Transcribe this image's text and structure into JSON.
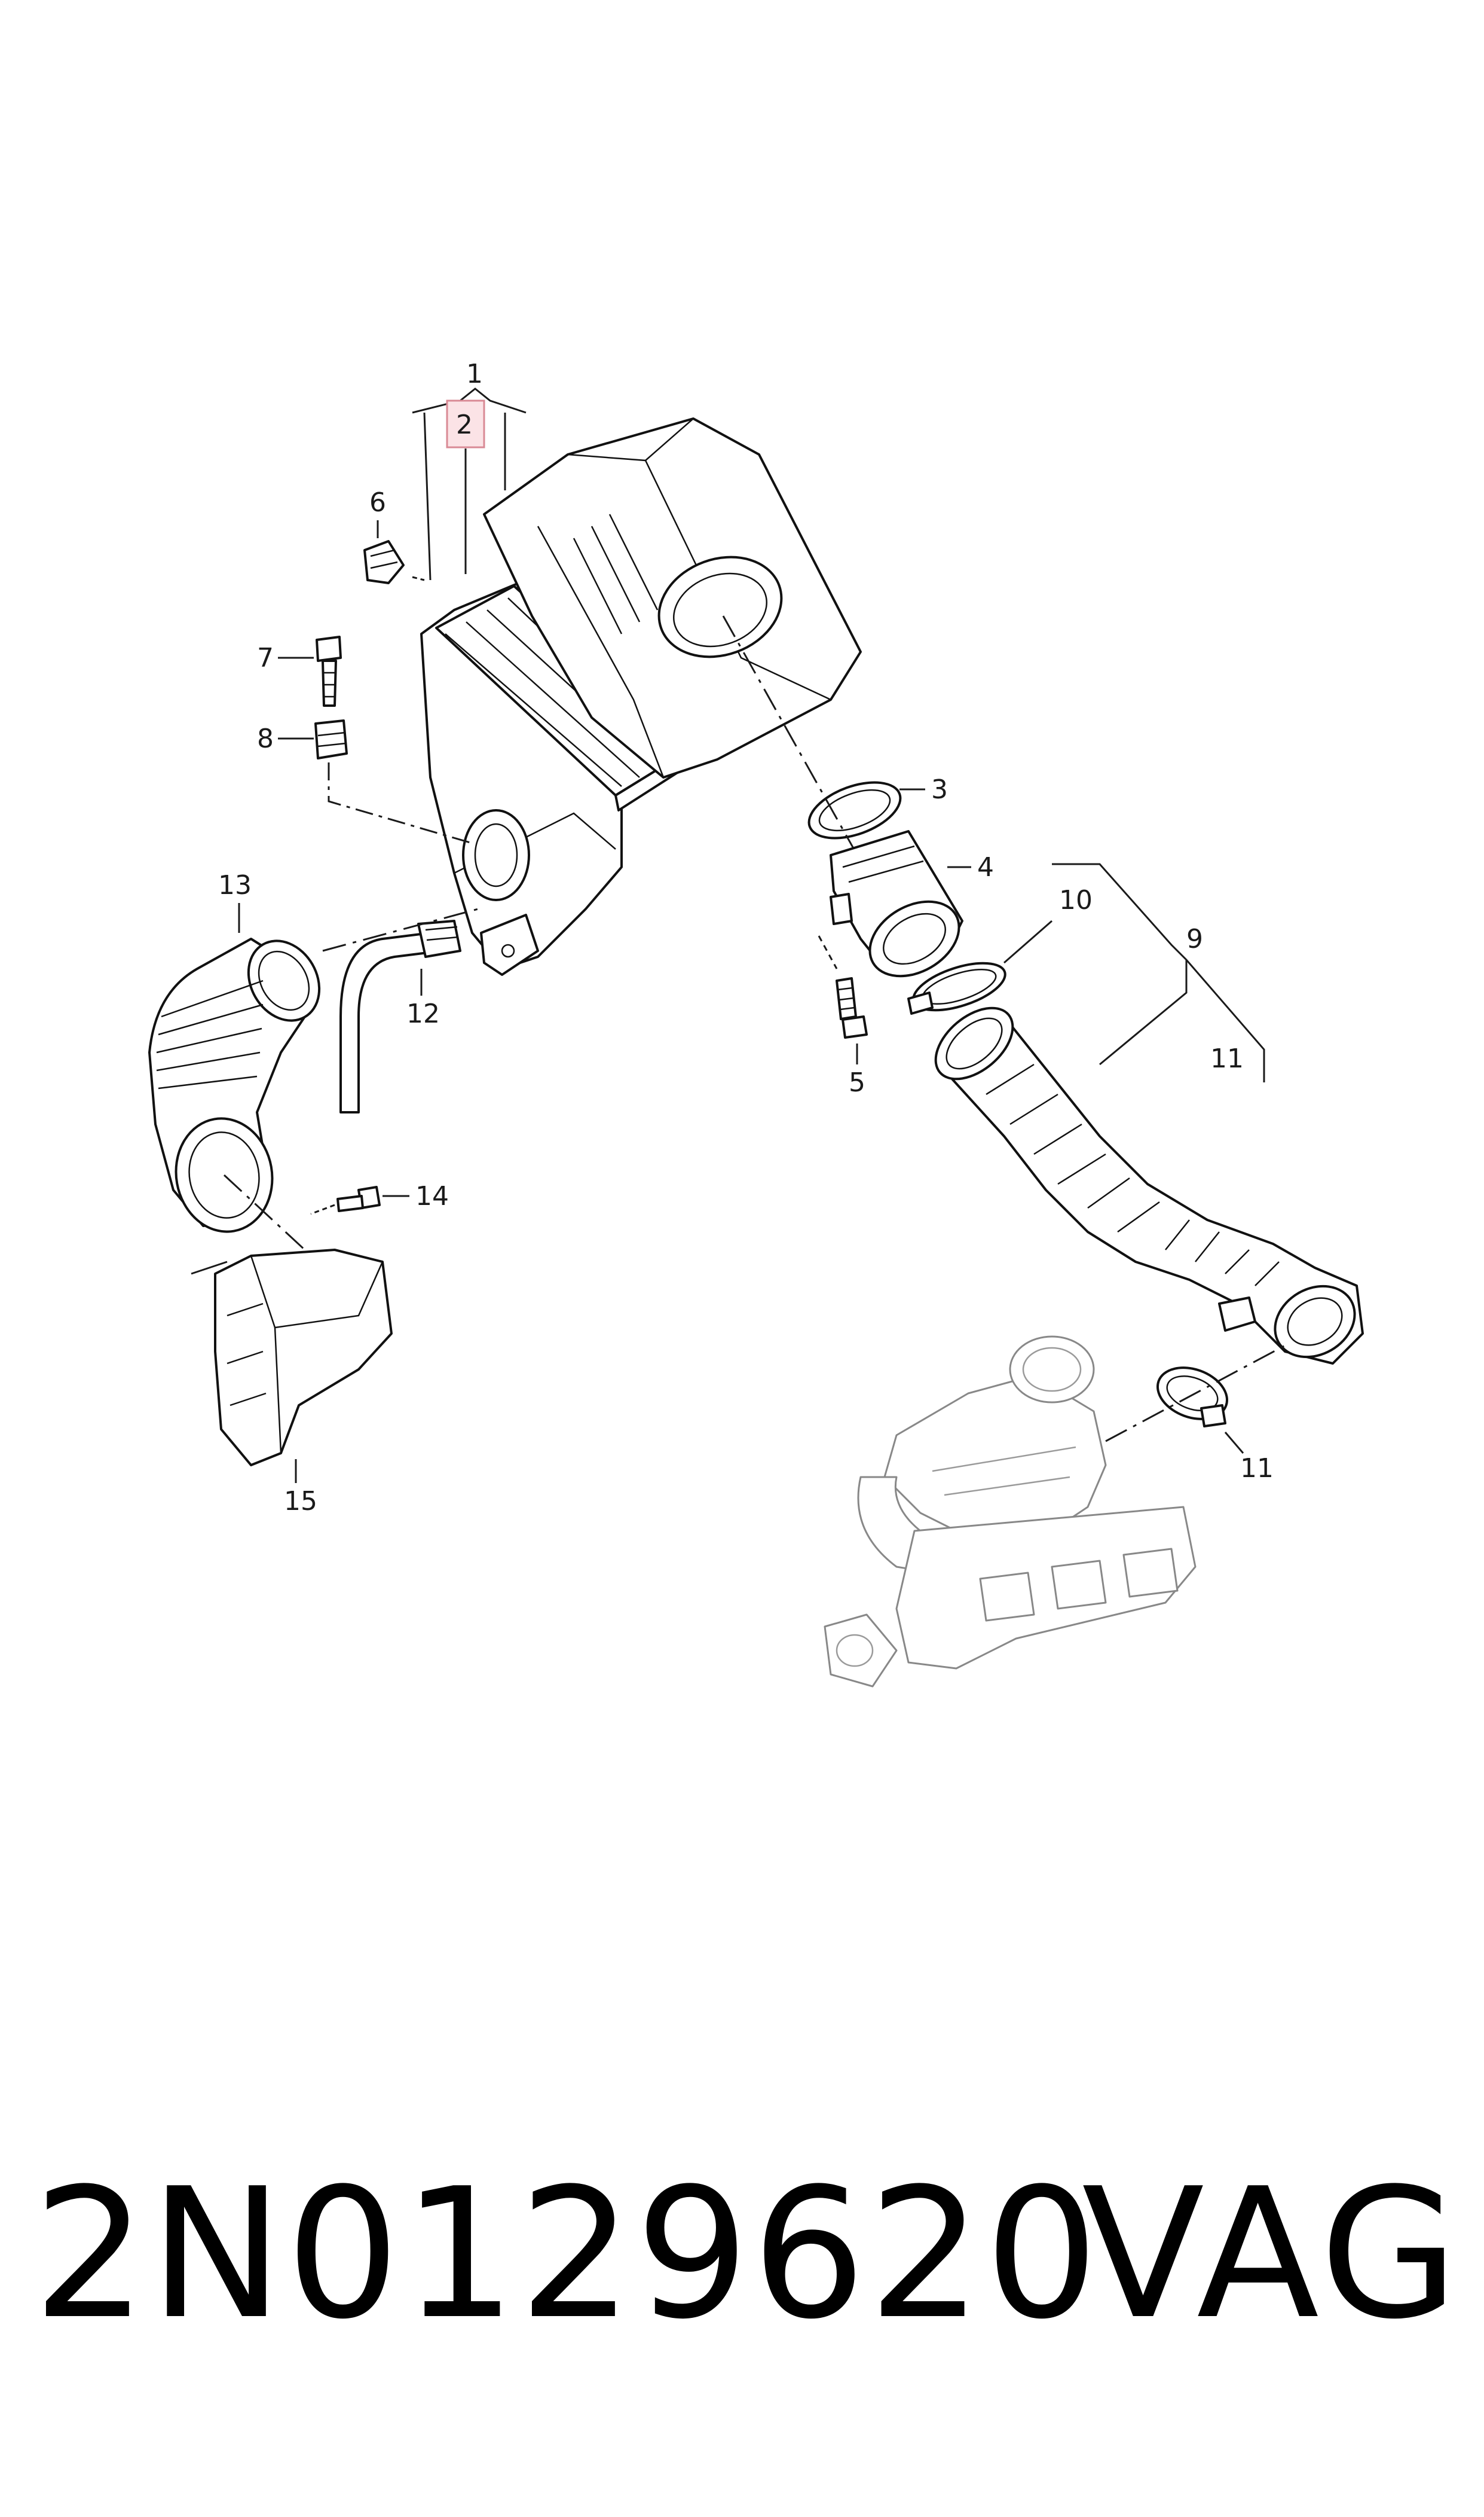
{
  "callouts": {
    "c1": "1",
    "c2": "2",
    "c3": "3",
    "c4": "4",
    "c5": "5",
    "c6": "6",
    "c7": "7",
    "c8": "8",
    "c9": "9",
    "c10": "10",
    "c11a": "11",
    "c11b": "11",
    "c12": "12",
    "c13": "13",
    "c14": "14",
    "c15": "15"
  },
  "highlighted_callout": "2",
  "highlight_color": "#fbe3e6",
  "footer": {
    "part_number": "2N0129620",
    "brand": "VAG"
  }
}
